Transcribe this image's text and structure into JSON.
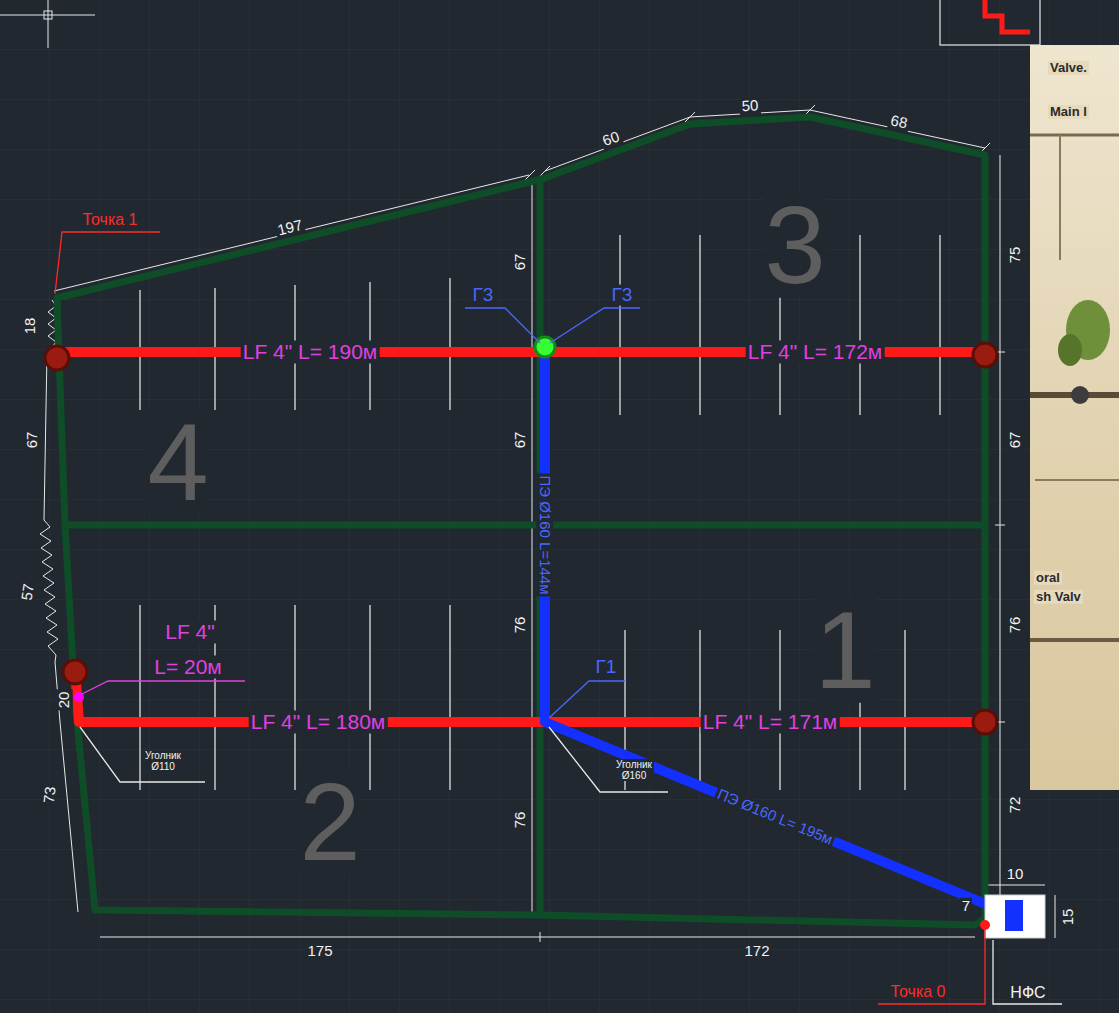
{
  "diagram": {
    "labels": [
      "Точка 1",
      "197",
      "60",
      "50",
      "68",
      "67",
      "75",
      "3",
      "Г3",
      "Г3",
      "18",
      "LF 4\" L= 190м",
      "LF 4\" L= 172м",
      "67",
      "4",
      "67",
      "67",
      "ПЭ Ø160 L=144м",
      "57",
      "76",
      "76",
      "1",
      "LF 4\"",
      "L= 20м",
      "Г1",
      "20",
      "LF 4\" L= 180м",
      "LF 4\" L= 171м",
      "Уголник Ø110",
      "Уголник Ø160",
      "ПЭ Ø160 L= 195м",
      "2",
      "73",
      "76",
      "72",
      "10",
      "7",
      "15",
      "175",
      "172",
      "Точка 0",
      "НФС",
      "Valve.",
      "Main l",
      "oral",
      "sh Valv"
    ]
  }
}
